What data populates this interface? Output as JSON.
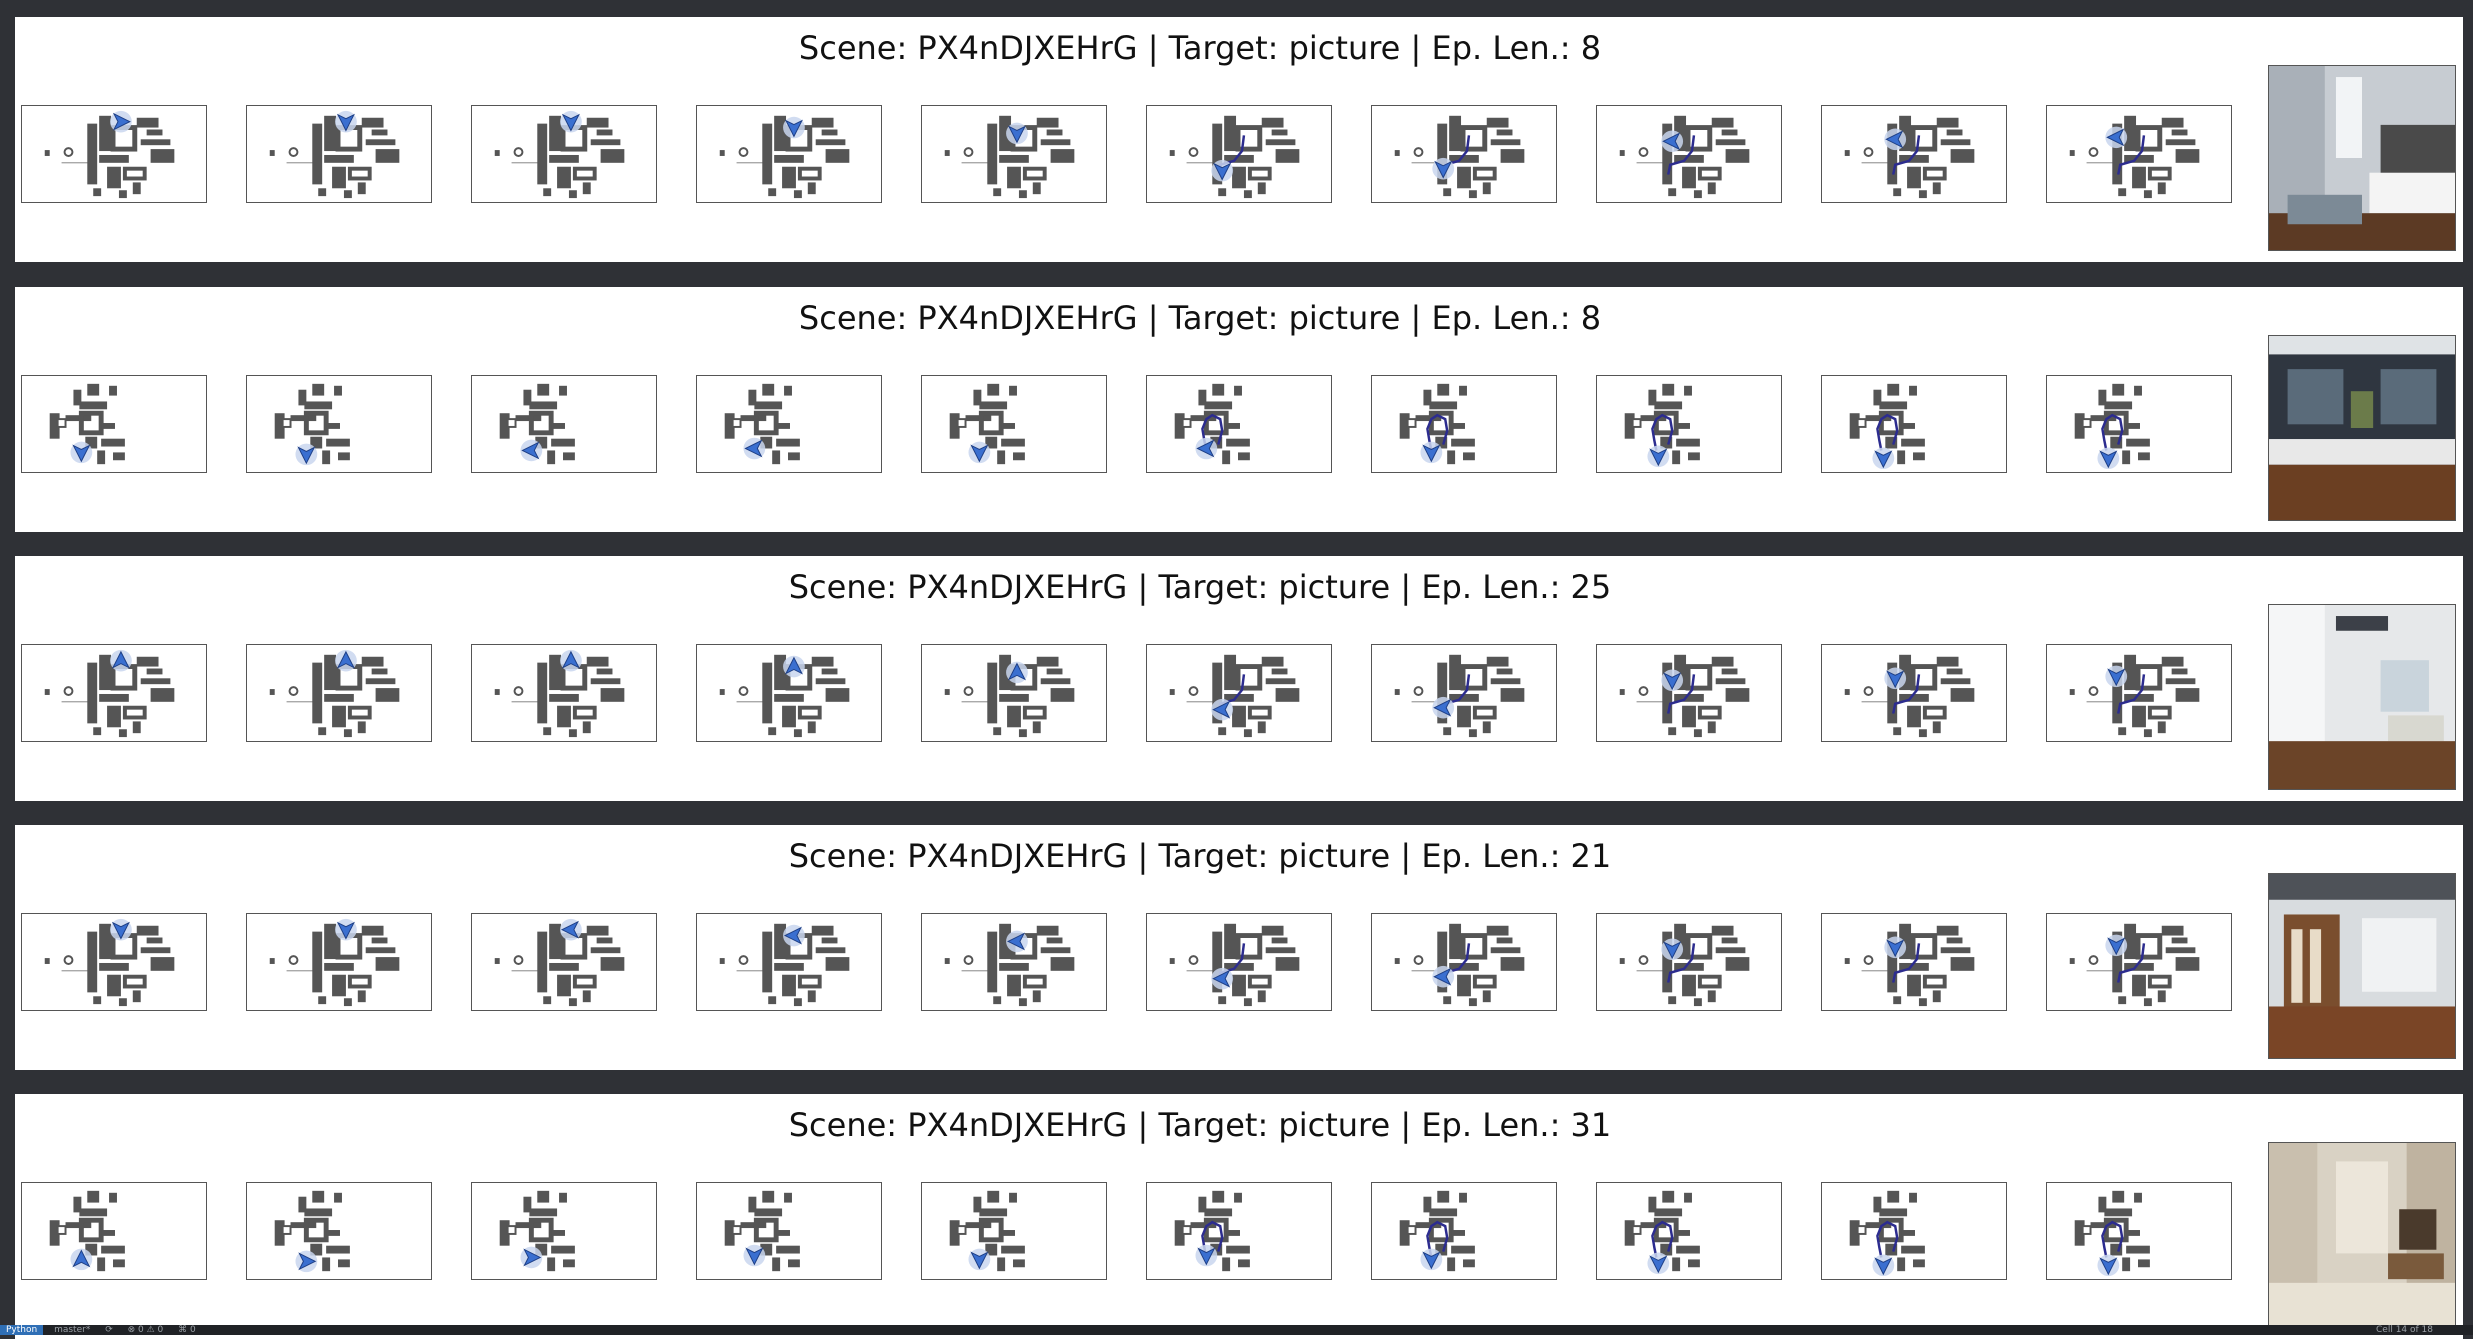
{
  "status_bar": {
    "kernel_label": "Python",
    "branch": "master*",
    "sync": "⟳",
    "problems": "⊗ 0 ⚠ 0",
    "ports": "⌘ 0",
    "cell_position": "Cell 14 of 18"
  },
  "colors": {
    "background": "#2f3136",
    "panel": "#ffffff",
    "map_wall": "#555555",
    "agent_arrow": "#3a6fd0",
    "agent_halo": "#c9d6ee",
    "path": "#2c2c8f"
  },
  "episodes": [
    {
      "title": "Scene: PX4nDJXEHrG | Target: picture | Ep. Len.: 8",
      "map_layout": "A",
      "frames": [
        {
          "arrow": "right"
        },
        {
          "arrow": "down"
        },
        {
          "arrow": "down"
        },
        {
          "arrow": "down"
        },
        {
          "arrow": "down"
        },
        {
          "arrow": "down"
        },
        {
          "arrow": "down"
        },
        {
          "arrow": "left"
        },
        {
          "arrow": "left"
        },
        {
          "arrow": "left"
        }
      ],
      "target_image": "bedroom"
    },
    {
      "title": "Scene: PX4nDJXEHrG | Target: picture | Ep. Len.: 8",
      "map_layout": "B",
      "frames": [
        {
          "arrow": "down"
        },
        {
          "arrow": "down"
        },
        {
          "arrow": "left"
        },
        {
          "arrow": "left"
        },
        {
          "arrow": "down"
        },
        {
          "arrow": "left"
        },
        {
          "arrow": "down"
        },
        {
          "arrow": "down"
        },
        {
          "arrow": "down"
        },
        {
          "arrow": "down"
        }
      ],
      "target_image": "bathroom"
    },
    {
      "title": "Scene: PX4nDJXEHrG | Target: picture | Ep. Len.: 25",
      "map_layout": "A",
      "frames": [
        {
          "arrow": "up"
        },
        {
          "arrow": "up"
        },
        {
          "arrow": "up"
        },
        {
          "arrow": "up"
        },
        {
          "arrow": "up"
        },
        {
          "arrow": "left"
        },
        {
          "arrow": "left"
        },
        {
          "arrow": "down"
        },
        {
          "arrow": "down"
        },
        {
          "arrow": "down"
        }
      ],
      "target_image": "hallway"
    },
    {
      "title": "Scene: PX4nDJXEHrG | Target: picture | Ep. Len.: 21",
      "map_layout": "A",
      "frames": [
        {
          "arrow": "down"
        },
        {
          "arrow": "down"
        },
        {
          "arrow": "left"
        },
        {
          "arrow": "left"
        },
        {
          "arrow": "left"
        },
        {
          "arrow": "left"
        },
        {
          "arrow": "left"
        },
        {
          "arrow": "down"
        },
        {
          "arrow": "down"
        },
        {
          "arrow": "down"
        }
      ],
      "target_image": "entry"
    },
    {
      "title": "Scene: PX4nDJXEHrG | Target: picture | Ep. Len.: 31",
      "map_layout": "B",
      "frames": [
        {
          "arrow": "up"
        },
        {
          "arrow": "right"
        },
        {
          "arrow": "right"
        },
        {
          "arrow": "down"
        },
        {
          "arrow": "down"
        },
        {
          "arrow": "down"
        },
        {
          "arrow": "down"
        },
        {
          "arrow": "down"
        },
        {
          "arrow": "down"
        },
        {
          "arrow": "down"
        }
      ],
      "target_image": "bath-corridor"
    }
  ]
}
